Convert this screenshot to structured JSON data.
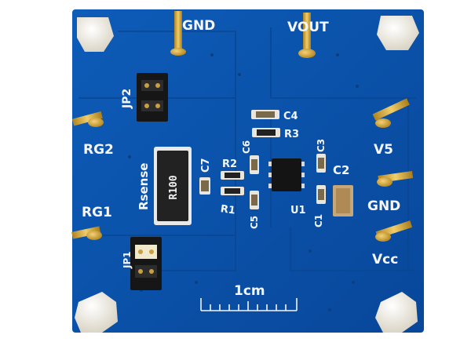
{
  "labels": {
    "gnd_top": "GND",
    "vout": "VOUT",
    "jp2": "JP2",
    "rg2": "RG2",
    "c4": "C4",
    "r3": "R3",
    "v5": "V5",
    "c6": "C6",
    "c3": "C3",
    "c2": "C2",
    "rsense": "Rsense",
    "r100": "R100",
    "c7": "C7",
    "r2": "R2",
    "r1": "R1",
    "c5": "C5",
    "u1": "U1",
    "c1": "C1",
    "gnd_right": "GND",
    "rg1": "RG1",
    "jp1": "JP1",
    "vcc": "Vcc",
    "scale": "1cm"
  },
  "colors": {
    "pcb": "#0a52a8",
    "pcb_dark": "#083f86",
    "silkscreen": "#f4f6fb",
    "gold": "#d9a42c",
    "standoff": "#f2efe6"
  }
}
